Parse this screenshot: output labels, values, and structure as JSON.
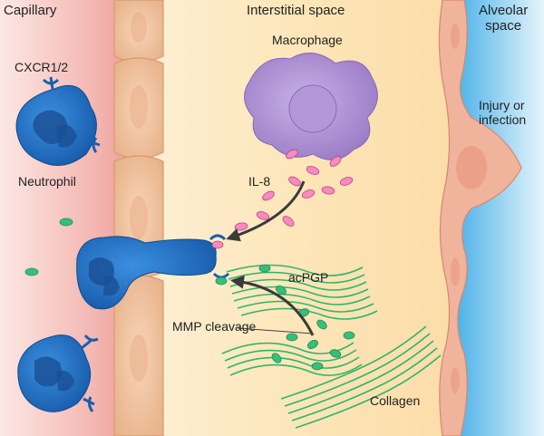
{
  "regions": {
    "capillary": "Capillary",
    "interstitial": "Interstitial space",
    "alveolar_line1": "Alveolar",
    "alveolar_line2": "space"
  },
  "labels": {
    "receptor": "CXCR1/2",
    "neutrophil": "Neutrophil",
    "macrophage": "Macrophage",
    "il8": "IL-8",
    "acpgp": "acPGP",
    "mmp": "MMP cleavage",
    "collagen": "Collagen",
    "injury_line1": "Injury or",
    "injury_line2": "infection"
  },
  "colors": {
    "neutrophil": "#1e6fc0",
    "macrophage": "#a98bd0",
    "il8": "#e05aa0",
    "collagen": "#2fb56a",
    "capillary_bg": "#f3b4b0",
    "interstitial_bg": "#fbe4b8",
    "alveolar_bg": "#6fc3ec",
    "endothelium": "#eebf9a"
  }
}
